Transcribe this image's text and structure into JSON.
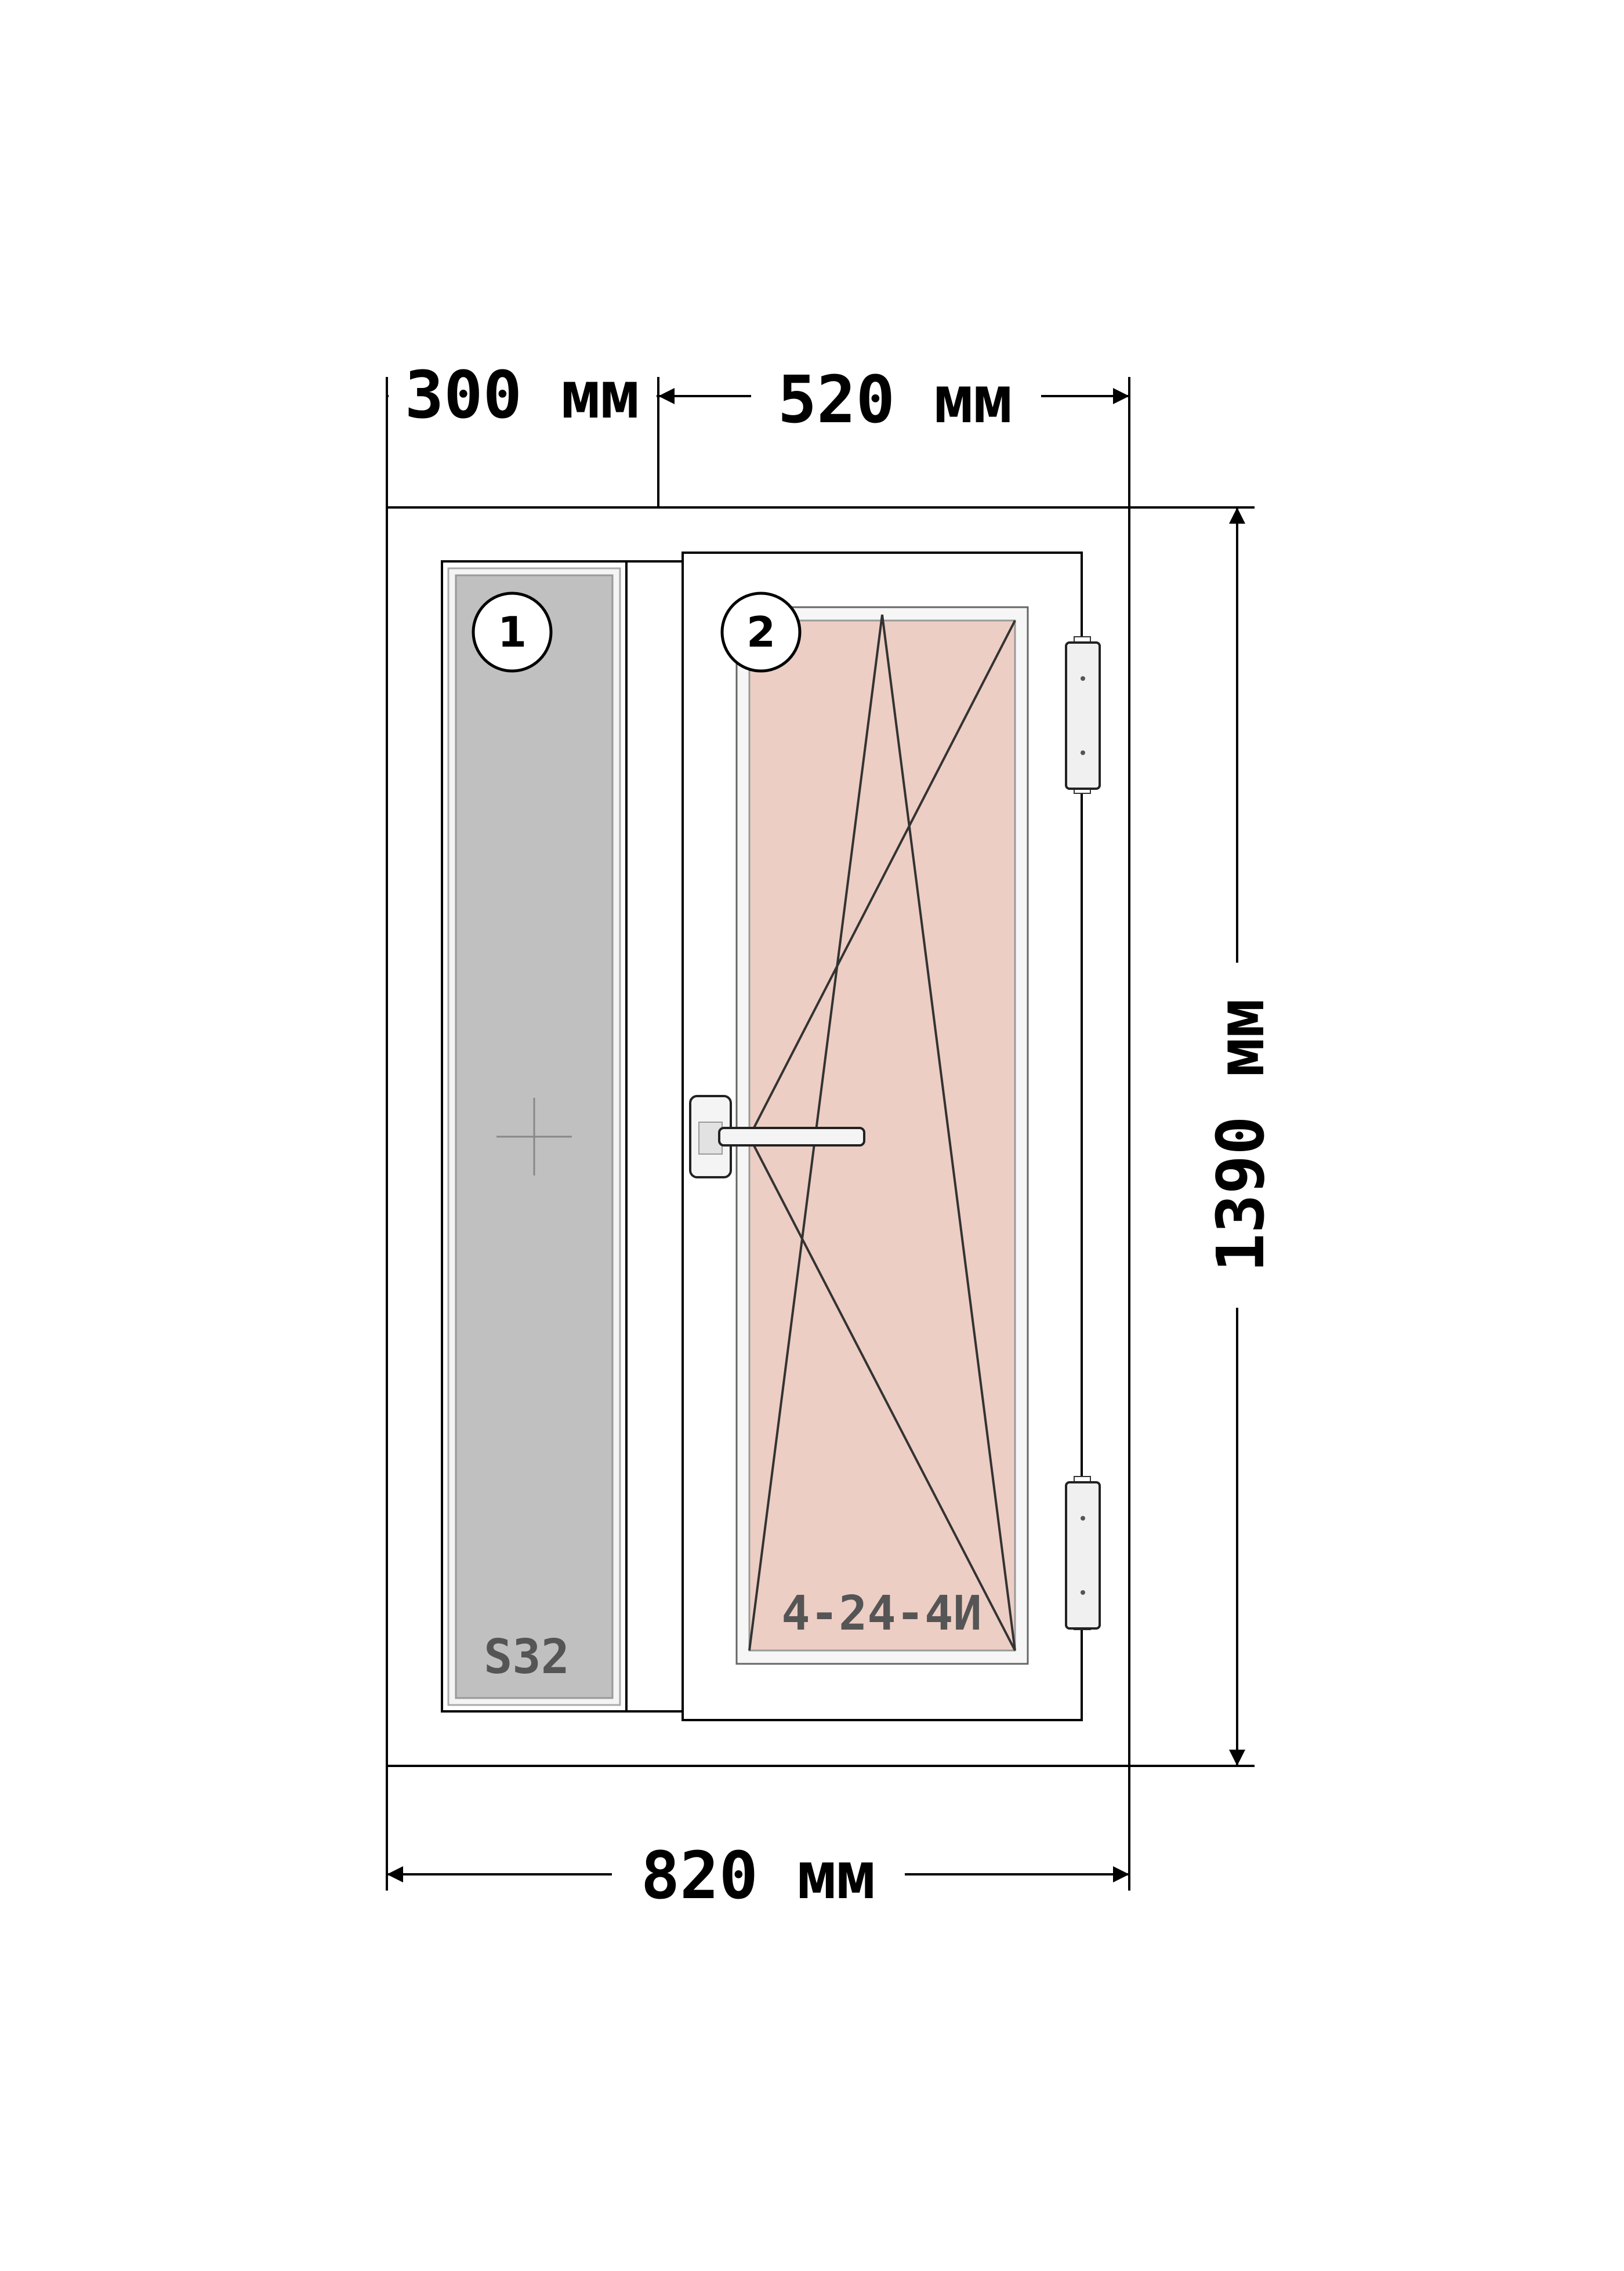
{
  "dimensions": {
    "left_width": "300 мм",
    "right_width": "520 мм",
    "total_width": "820 мм",
    "height": "1390 мм"
  },
  "sections": [
    {
      "number": "1",
      "fill_label": "S32",
      "type": "fixed"
    },
    {
      "number": "2",
      "glass_label": "4-24-4И",
      "type": "tilt-turn"
    }
  ],
  "colors": {
    "fixed_glass": "#c0c0c0",
    "sash_glass": "#edcec4",
    "outline": "#000000"
  }
}
